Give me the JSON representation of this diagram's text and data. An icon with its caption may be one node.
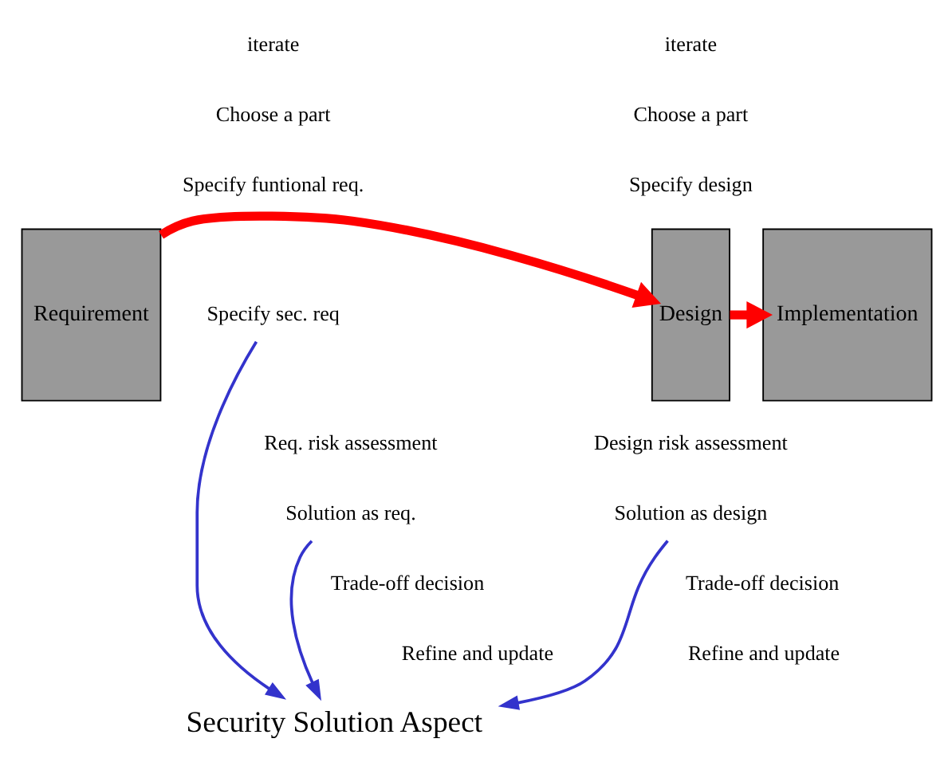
{
  "diagram": {
    "nodes": [
      {
        "text": [
          "Requirement"
        ]
      },
      {
        "text": [
          "Design"
        ]
      },
      {
        "text": [
          "Implementation"
        ]
      },
      {
        "text": [
          "Specify sec. req"
        ]
      },
      {
        "text": [
          "Solution as req."
        ]
      },
      {
        "text": [
          "Solution as design"
        ]
      },
      {
        "text": [
          "Security Solution Aspect"
        ]
      }
    ],
    "edges": [
      {
        "from": 0,
        "to": 1,
        "arrow": "to",
        "style": "thick",
        "color": "#ff0000"
      },
      {
        "from": 1,
        "to": 2,
        "arrow": "to",
        "style": "thick",
        "color": "#ff0000"
      },
      {
        "from": 3,
        "to": 6,
        "arrow": "to"
      },
      {
        "from": 4,
        "to": 6,
        "arrow": "to"
      },
      {
        "from": 5,
        "to": 6,
        "arrow": "to"
      }
    ],
    "labels": [
      "iterate",
      "Choose a part",
      "Specify funtional req.",
      "Req. risk assessment",
      "Trade-off decision",
      "Refine and update",
      "iterate",
      "Choose a part",
      "Specify design",
      "Design risk assessment",
      "Trade-off decision",
      "Refine and update"
    ]
  }
}
